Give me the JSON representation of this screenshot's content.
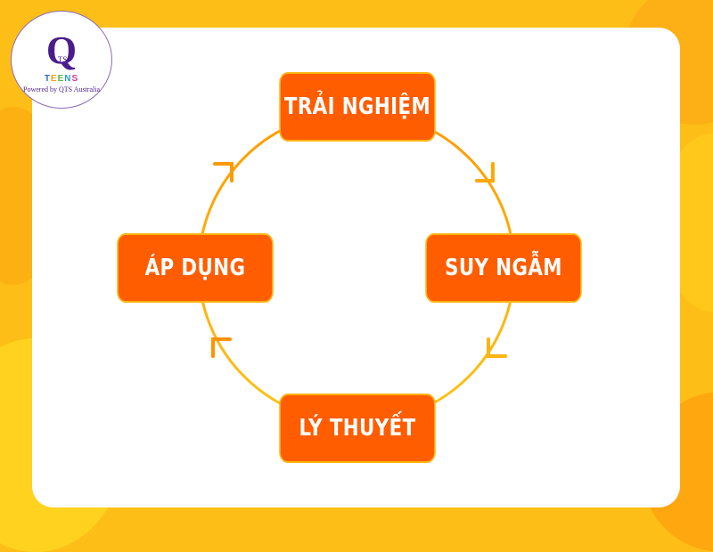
{
  "logo": {
    "initials": "Q",
    "inner_initials": "TS",
    "brand": [
      "T",
      "E",
      "E",
      "N",
      "S"
    ],
    "tagline": "Powered by QTS Australia"
  },
  "colors": {
    "background": "#fdbf17",
    "card": "#ffffff",
    "node_fill": "#ff5d00",
    "node_border": "#fcb40f",
    "cycle_line_start": "#ff9a00",
    "cycle_line_end": "#fcc419",
    "logo_purple": "#4b1d8a"
  },
  "diagram": {
    "type": "cycle",
    "nodes": [
      {
        "id": "top",
        "label": "TRẢI NGHIỆM"
      },
      {
        "id": "right",
        "label": "SUY NGẪM"
      },
      {
        "id": "bottom",
        "label": "LÝ THUYẾT"
      },
      {
        "id": "left",
        "label": "ÁP DỤNG"
      }
    ],
    "edges": [
      {
        "from": "TRẢI NGHIỆM",
        "to": "SUY NGẪM",
        "direction": "clockwise"
      },
      {
        "from": "SUY NGẪM",
        "to": "LÝ THUYẾT",
        "direction": "clockwise"
      },
      {
        "from": "LÝ THUYẾT",
        "to": "ÁP DỤNG",
        "direction": "clockwise"
      },
      {
        "from": "ÁP DỤNG",
        "to": "TRẢI NGHIỆM",
        "direction": "clockwise"
      }
    ]
  }
}
